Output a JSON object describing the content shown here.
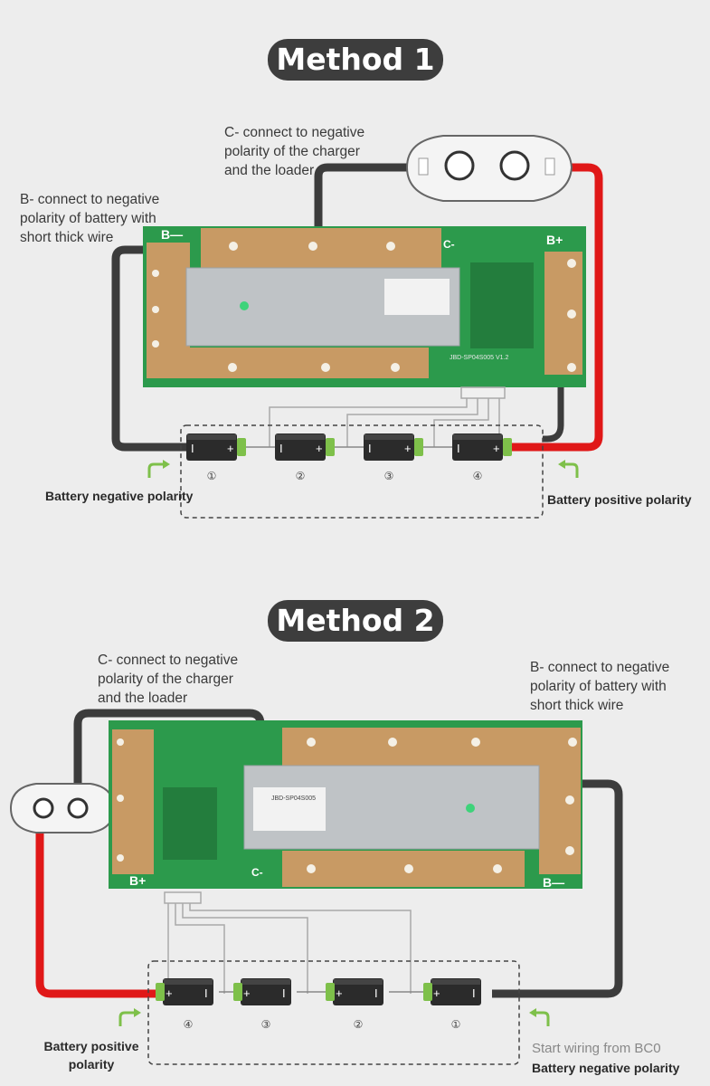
{
  "method1": {
    "title": "Method 1",
    "note_c": "C- connect to negative\npolarity of the charger\nand the loader",
    "note_b": "B- connect to negative\npolarity of battery with\nshort thick wire",
    "board_b_minus": "B—",
    "board_b_plus": "B+",
    "board_c_minus": "C-",
    "board_text": "JBD-SP04S005 V1.2",
    "label_negative": "Battery negative polarity",
    "label_positive": "Battery positive polarity",
    "cells": [
      "①",
      "②",
      "③",
      "④"
    ]
  },
  "method2": {
    "title": "Method 2",
    "note_c": "C- connect to negative\npolarity of the charger\nand the loader",
    "note_b": "B- connect to negative\npolarity of battery with\nshort thick wire",
    "board_b_minus": "B—",
    "board_b_plus": "B+",
    "board_c_minus": "C-",
    "board_text": "JBD-SP04S005",
    "label_positive": "Battery positive\npolarity",
    "label_start": "Start wiring from BC0",
    "label_negative": "Battery negative polarity",
    "cells": [
      "④",
      "③",
      "②",
      "①"
    ]
  },
  "colors": {
    "pcb": "#2c9a4c",
    "copper": "#c89a64",
    "red_wire": "#e01818",
    "black_wire": "#3c3c3c",
    "arrow": "#7ec04a"
  }
}
